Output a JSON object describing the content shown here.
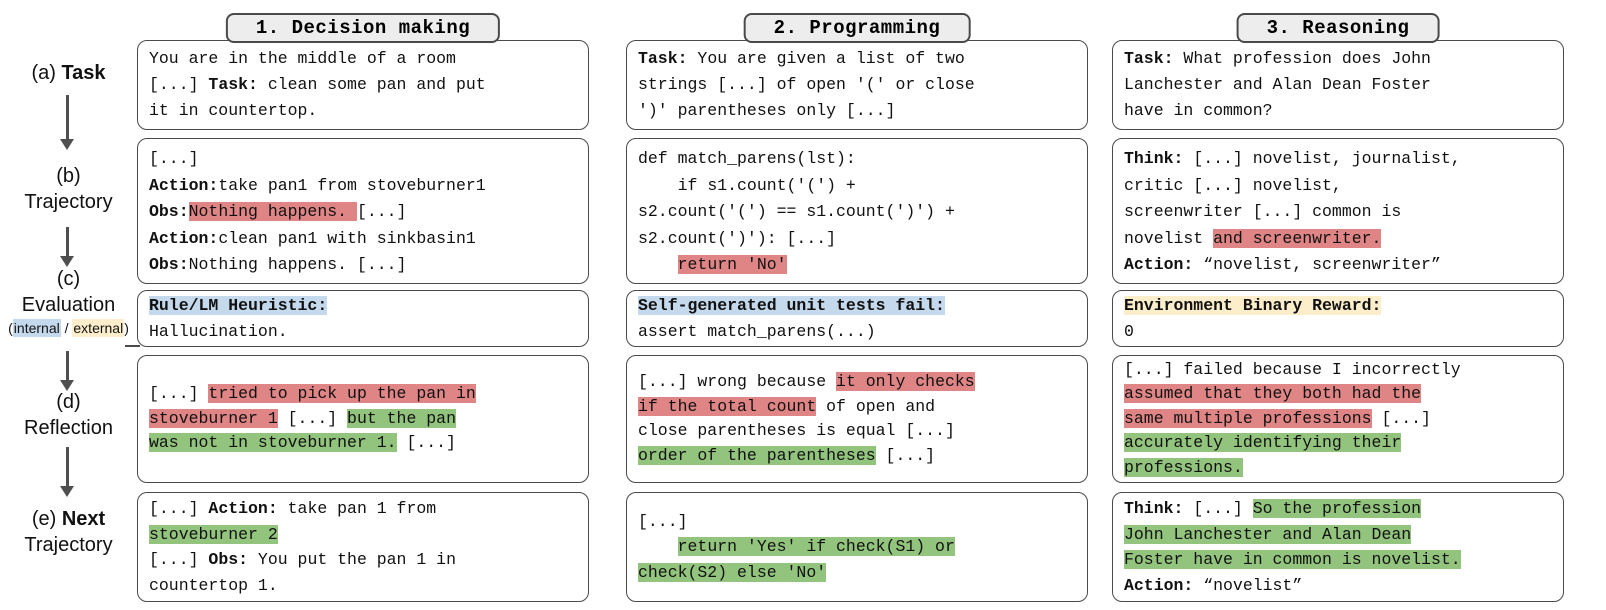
{
  "colors": {
    "hl-red": "#e08585",
    "hl-green": "#93c47d",
    "hl-blue": "#c5d9ed",
    "hl-yellow": "#fceecb"
  },
  "rail": {
    "a": {
      "prefix": "(a) ",
      "label": "Task"
    },
    "b": {
      "prefix": "(b)",
      "label": "Trajectory"
    },
    "c": {
      "prefix": "(c)",
      "label": "Evaluation",
      "sub_open": "(",
      "internal": "internal",
      "separator": " / ",
      "external": "external",
      "sub_close": ")"
    },
    "d": {
      "prefix": "(d)",
      "label": "Reflection"
    },
    "e": {
      "prefix": "(e) ",
      "label": "Next",
      "label2": "Trajectory"
    }
  },
  "columns": [
    {
      "tab": "1. Decision making",
      "task": [
        {
          "t": "You are in the middle of a room\n[...] "
        },
        {
          "t": "Task:",
          "s": "b"
        },
        {
          "t": " clean some pan and put\nit in countertop."
        }
      ],
      "trajectory": [
        {
          "t": "[...]\n"
        },
        {
          "t": "Action:",
          "s": "b"
        },
        {
          "t": "take pan1 from stoveburner1\n"
        },
        {
          "t": "Obs:",
          "s": "b"
        },
        {
          "t": "Nothing happens. ",
          "s": "r"
        },
        {
          "t": "[...]\n"
        },
        {
          "t": "Action:",
          "s": "b"
        },
        {
          "t": "clean pan1 with sinkbasin1\n"
        },
        {
          "t": "Obs:",
          "s": "b"
        },
        {
          "t": "Nothing happens. [...]"
        }
      ],
      "evaluation": [
        {
          "t": "Rule/LM Heuristic:",
          "s": "b bl"
        },
        {
          "t": "\nHallucination."
        }
      ],
      "reflection": [
        {
          "t": "[...] "
        },
        {
          "t": "tried to pick up the pan in\nstoveburner 1",
          "s": "r"
        },
        {
          "t": " [...] "
        },
        {
          "t": "but the pan\nwas not in stoveburner 1.",
          "s": "g"
        },
        {
          "t": " [...]"
        }
      ],
      "next_trajectory": [
        {
          "t": "[...] "
        },
        {
          "t": "Action:",
          "s": "b"
        },
        {
          "t": " take pan 1 from\n"
        },
        {
          "t": "stoveburner 2",
          "s": "g"
        },
        {
          "t": "\n[...] "
        },
        {
          "t": "Obs:",
          "s": "b"
        },
        {
          "t": " You put the pan 1 in\ncountertop 1."
        }
      ]
    },
    {
      "tab": "2. Programming",
      "task": [
        {
          "t": "Task:",
          "s": "b"
        },
        {
          "t": " You are given a list of two\nstrings [...] of open '(' or close\n')' parentheses only [...]"
        }
      ],
      "trajectory": [
        {
          "t": "def match_parens(lst):\n    if s1.count('(') +\ns2.count('(') == s1.count(')') +\ns2.count(')'): [...]\n    "
        },
        {
          "t": "return 'No'",
          "s": "r"
        }
      ],
      "evaluation": [
        {
          "t": "Self-generated unit tests fail:",
          "s": "b bl"
        },
        {
          "t": "\nassert match_parens(...)"
        }
      ],
      "reflection": [
        {
          "t": "[...] wrong because "
        },
        {
          "t": "it only checks\nif the total count",
          "s": "r"
        },
        {
          "t": " of open and\nclose parentheses is equal [...]\n"
        },
        {
          "t": "order of the parentheses",
          "s": "g"
        },
        {
          "t": " [...]"
        }
      ],
      "next_trajectory": [
        {
          "t": "[...]\n    "
        },
        {
          "t": "return 'Yes' if check(S1) or\ncheck(S2) else 'No'",
          "s": "g"
        }
      ]
    },
    {
      "tab": "3. Reasoning",
      "task": [
        {
          "t": "Task:",
          "s": "b"
        },
        {
          "t": " What profession does John\nLanchester and Alan Dean Foster\nhave in common?"
        }
      ],
      "trajectory": [
        {
          "t": "Think:",
          "s": "b"
        },
        {
          "t": " [...] novelist, journalist,\ncritic [...] novelist,\nscreenwriter [...] common is\nnovelist "
        },
        {
          "t": "and screenwriter.",
          "s": "r"
        },
        {
          "t": "\n"
        },
        {
          "t": "Action:",
          "s": "b"
        },
        {
          "t": " “novelist, screenwriter”"
        }
      ],
      "evaluation": [
        {
          "t": "Environment Binary Reward:",
          "s": "b y"
        },
        {
          "t": "\n0"
        }
      ],
      "reflection": [
        {
          "t": "[...] failed because I incorrectly\n"
        },
        {
          "t": "assumed that they both had the\nsame multiple professions",
          "s": "r"
        },
        {
          "t": " [...]\n"
        },
        {
          "t": "accurately identifying their\nprofessions.",
          "s": "g"
        }
      ],
      "next_trajectory": [
        {
          "t": "Think:",
          "s": "b"
        },
        {
          "t": " [...] "
        },
        {
          "t": "So the profession\nJohn Lanchester and Alan Dean\nFoster have in common is novelist.",
          "s": "g"
        },
        {
          "t": "\n"
        },
        {
          "t": "Action:",
          "s": "b"
        },
        {
          "t": " “novelist”"
        }
      ]
    }
  ]
}
